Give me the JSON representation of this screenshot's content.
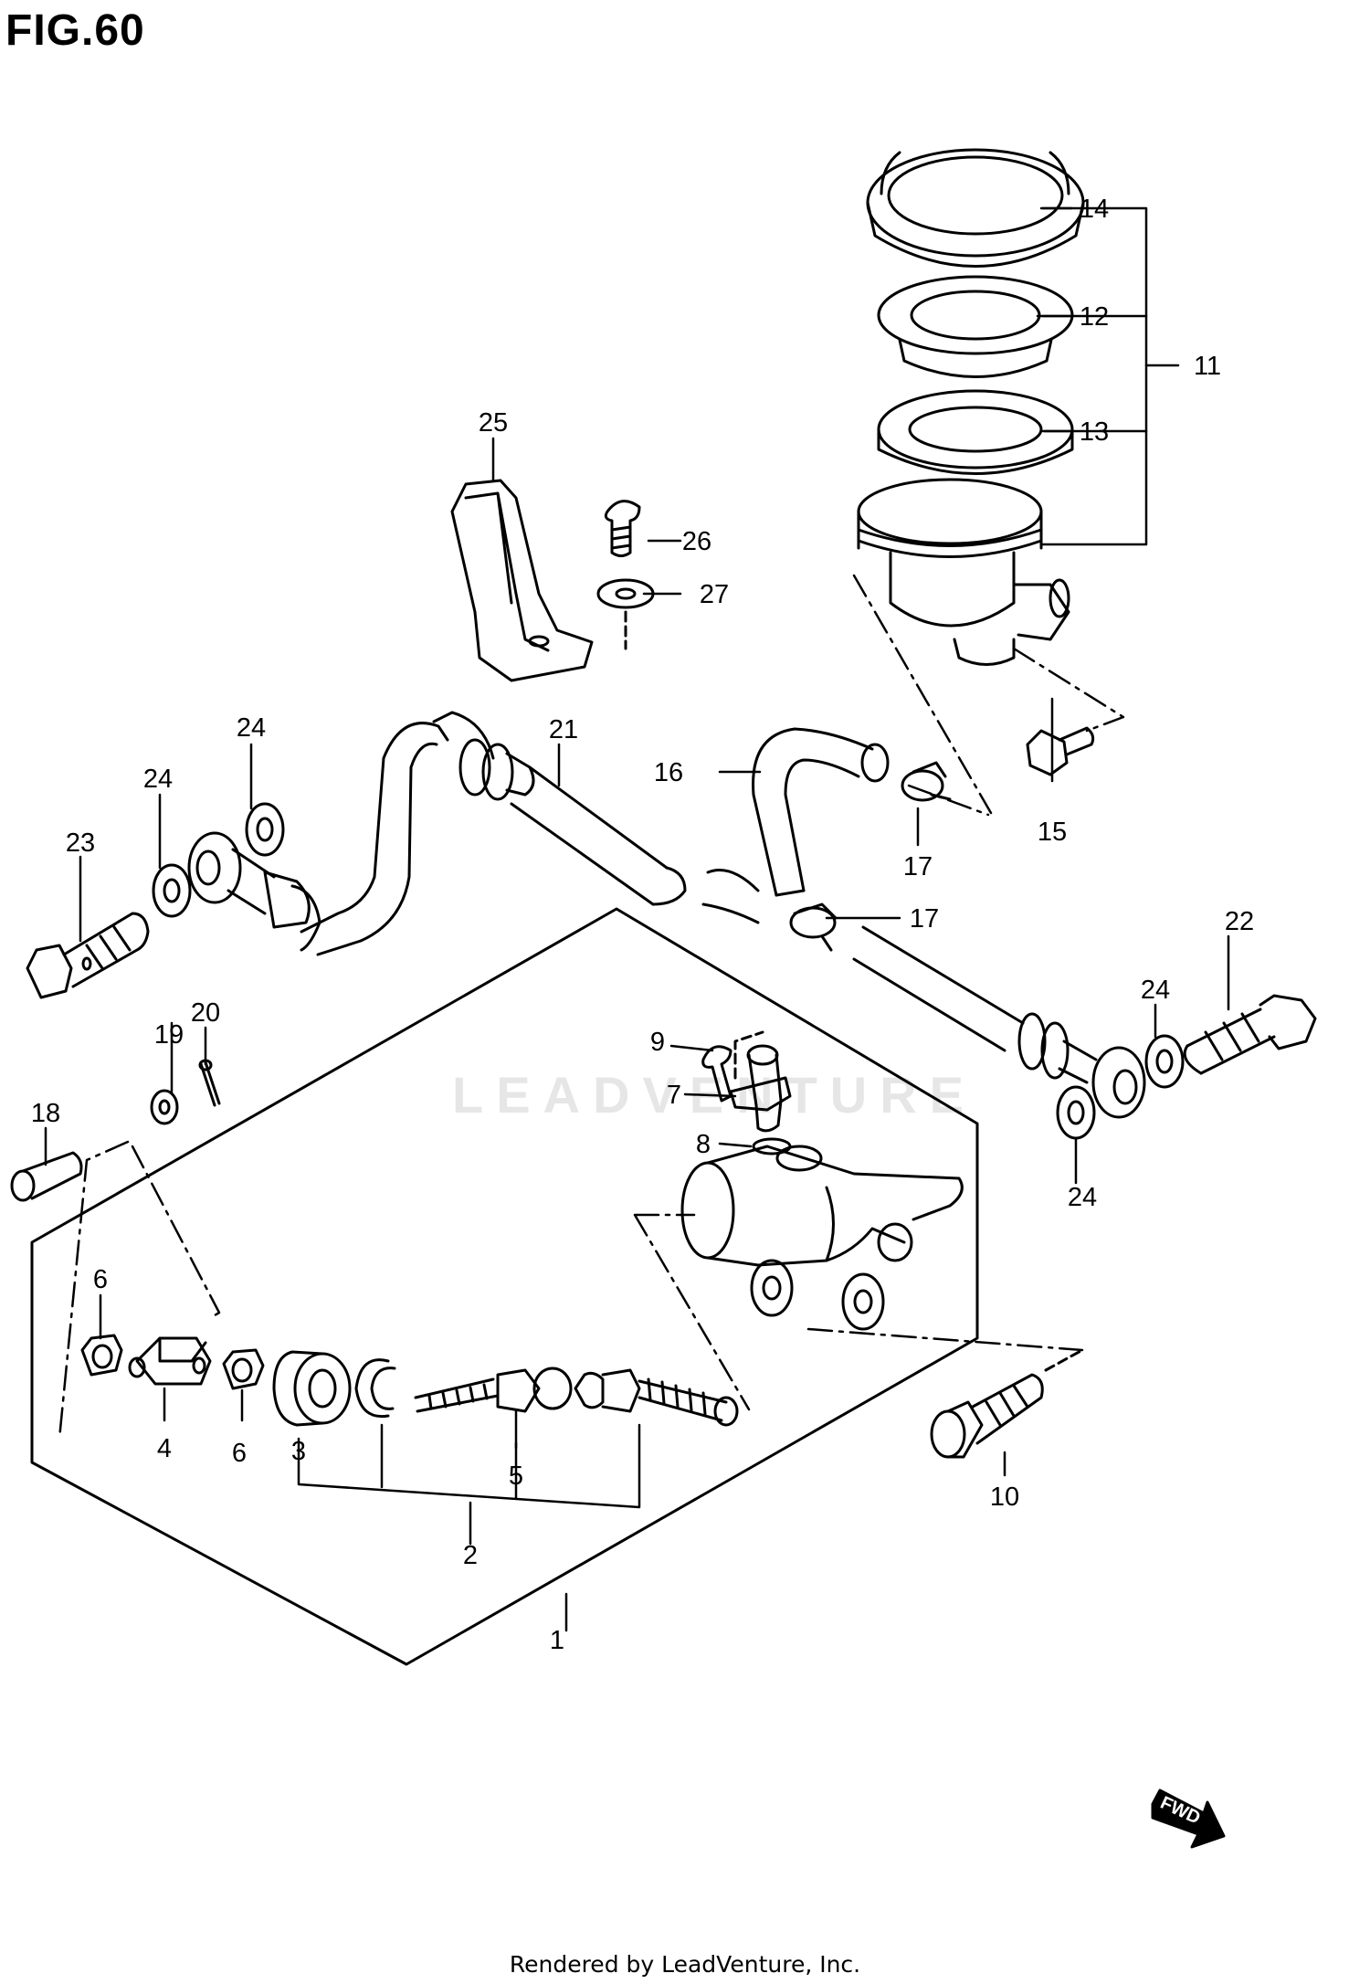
{
  "figure": {
    "title": "FIG.60"
  },
  "watermark": "LEADVENTURE",
  "footer": "Rendered by LeadVenture, Inc.",
  "direction_arrow": "FWD",
  "part_numbers": {
    "p1": "1",
    "p2": "2",
    "p3": "3",
    "p4": "4",
    "p5": "5",
    "p6a": "6",
    "p6b": "6",
    "p7": "7",
    "p8": "8",
    "p9": "9",
    "p10": "10",
    "p11": "11",
    "p12": "12",
    "p13": "13",
    "p14": "14",
    "p15": "15",
    "p16": "16",
    "p17a": "17",
    "p17b": "17",
    "p18": "18",
    "p19": "19",
    "p20": "20",
    "p21": "21",
    "p22": "22",
    "p23": "23",
    "p24a": "24",
    "p24b": "24",
    "p24c": "24",
    "p24d": "24",
    "p25": "25",
    "p26": "26",
    "p27": "27"
  }
}
